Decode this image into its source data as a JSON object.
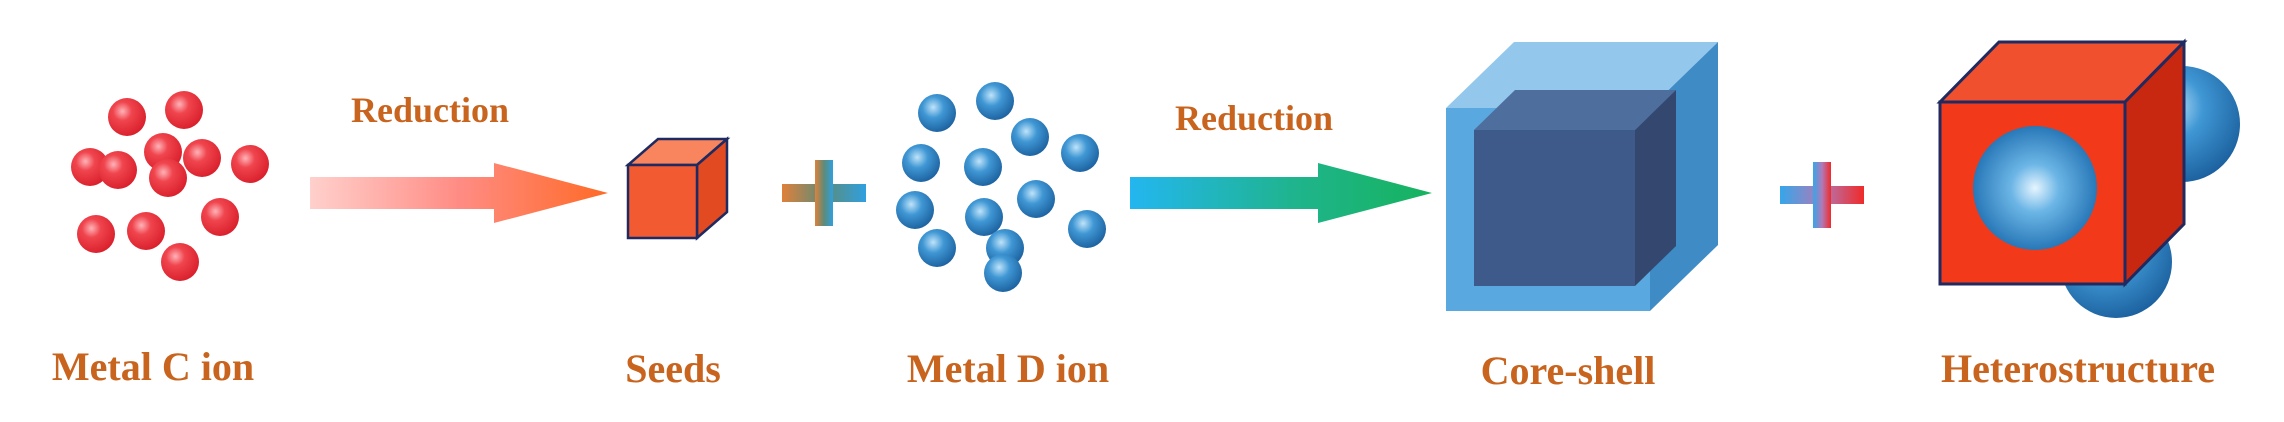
{
  "labels": {
    "metal_c_ion": "Metal C ion",
    "seeds": "Seeds",
    "metal_d_ion": "Metal D ion",
    "core_shell": "Core-shell",
    "heterostructure": "Heterostructure"
  },
  "arrows": {
    "reduction_1": "Reduction",
    "reduction_2": "Reduction"
  },
  "colors": {
    "label_text": "#C8641E",
    "metal_c": "#E8303A",
    "metal_d": "#2E86C8",
    "seed_cube": "#F25A32",
    "core_cube": "#3E5A8A",
    "shell_cube": "#5AA8E0",
    "hetero_cube": "#F23A1A"
  }
}
